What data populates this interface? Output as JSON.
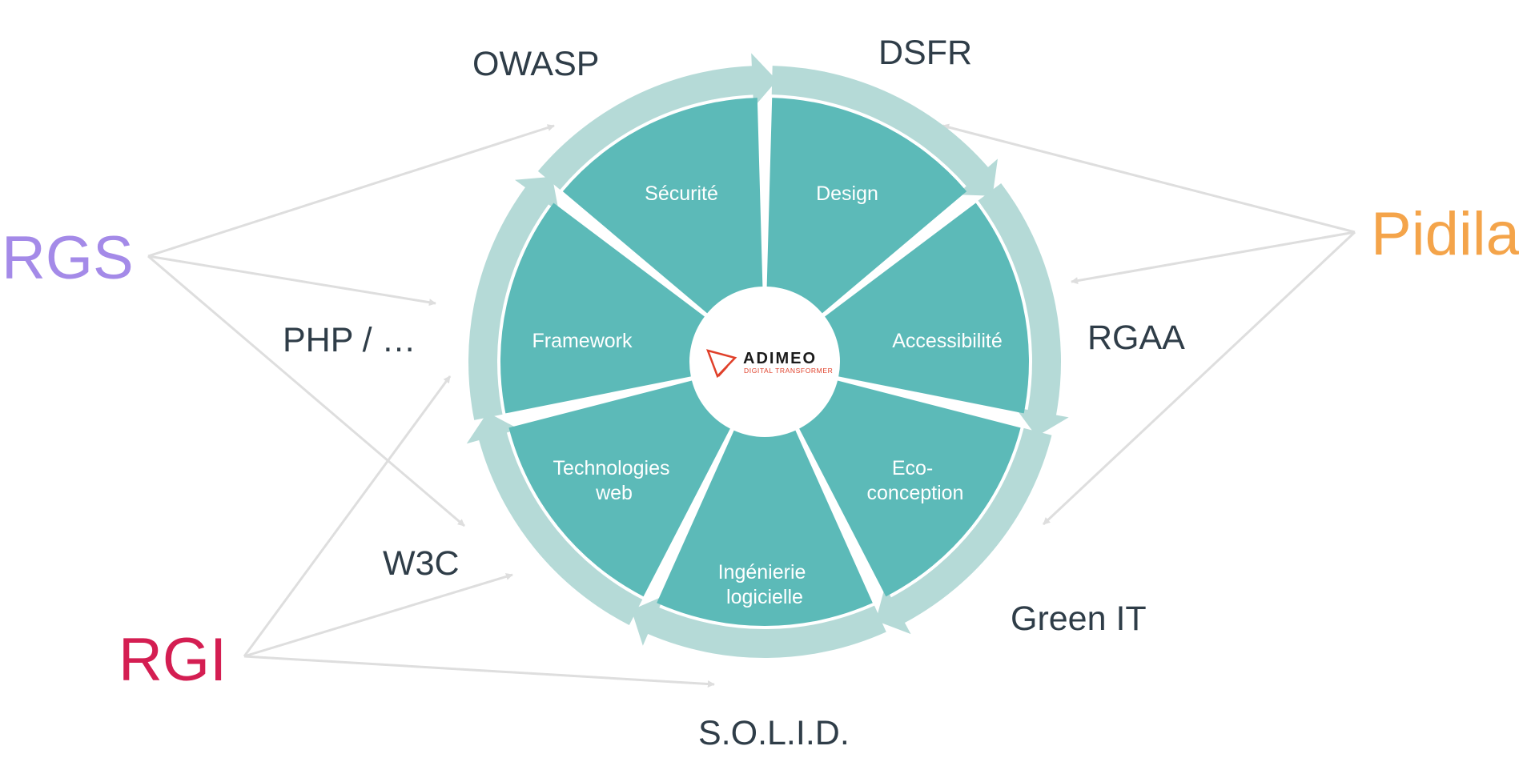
{
  "colors": {
    "segment": "#5cbab8",
    "ring": "#b5dad7",
    "connector": "#dedede",
    "text_dark": "#2f3d48",
    "segment_text": "#ffffff"
  },
  "center_logo": {
    "name": "ADIMEO",
    "tagline": "DIGITAL TRANSFORMER",
    "accent": "#e0402a"
  },
  "segments": [
    {
      "lines": [
        "Sécurité"
      ]
    },
    {
      "lines": [
        "Design"
      ]
    },
    {
      "lines": [
        "Accessibilité"
      ]
    },
    {
      "lines": [
        "Eco-",
        "conception"
      ]
    },
    {
      "lines": [
        "Ingénierie",
        "logicielle"
      ]
    },
    {
      "lines": [
        "Technologies",
        "web"
      ]
    },
    {
      "lines": [
        "Framework"
      ]
    }
  ],
  "standards": [
    {
      "text": "OWASP"
    },
    {
      "text": "DSFR"
    },
    {
      "text": "RGAA"
    },
    {
      "text": "Green IT"
    },
    {
      "text": "S.O.L.I.D."
    },
    {
      "text": "W3C"
    },
    {
      "text": "PHP / …"
    }
  ],
  "frameworks": [
    {
      "text": "RGS",
      "color": "#a48ae8"
    },
    {
      "text": "Pidila",
      "color": "#f4a44a"
    },
    {
      "text": "RGI",
      "color": "#d41e52"
    }
  ]
}
